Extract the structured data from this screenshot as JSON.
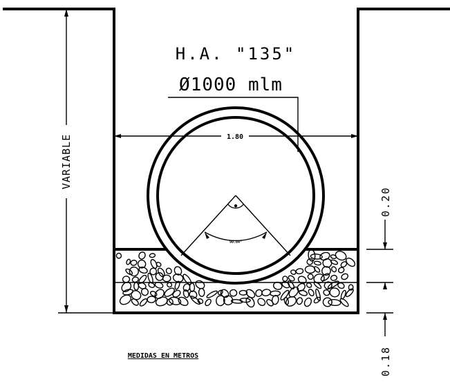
{
  "drawing": {
    "pipe_spec": "H.A. \"135\"",
    "diameter": "Ø1000 mlm",
    "trench_width": "1.80",
    "bedding_angle": "90.84°",
    "height_label": "VARIABLE",
    "cover_top": "0.20",
    "cover_bottom": "0.18",
    "units_note": "MEDIDAS EN METROS"
  },
  "colors": {
    "line": "#000000",
    "background": "#ffffff"
  }
}
